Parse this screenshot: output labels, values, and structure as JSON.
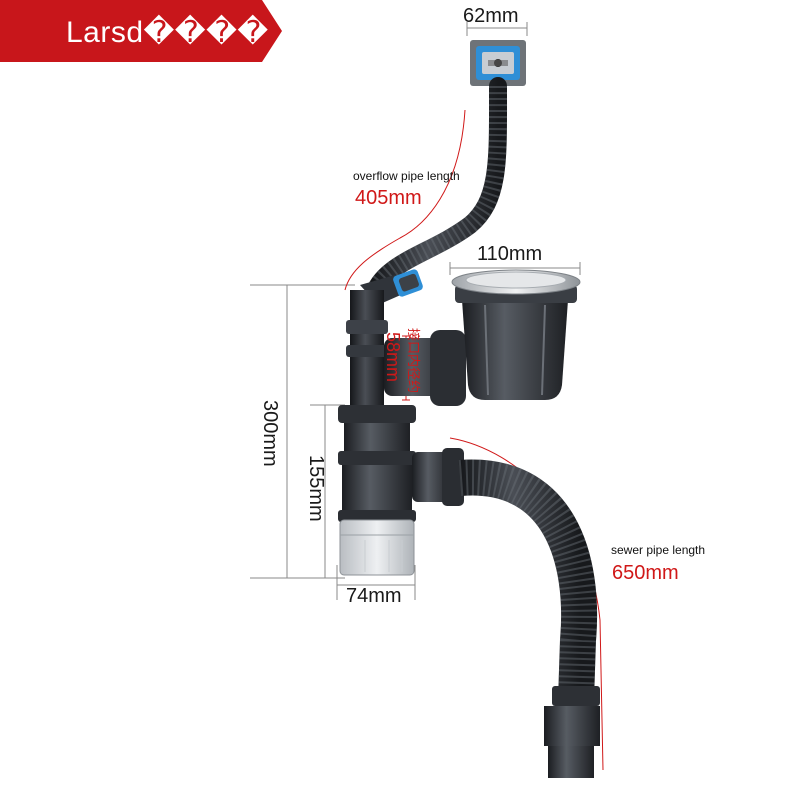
{
  "brand": {
    "label": "Larsd����",
    "color": "#c8161b"
  },
  "dimensions": {
    "overflow_top_width": "62mm",
    "basket_width": "110mm",
    "total_height": "300mm",
    "trap_height": "155mm",
    "trap_width": "74mm",
    "joint_inner_diameter": "58mm",
    "joint_label": "接口内径约"
  },
  "callouts": {
    "overflow_title": "overflow pipe length",
    "overflow_value": "405mm",
    "sewer_title": "sewer pipe length",
    "sewer_value": "650mm"
  },
  "colors": {
    "accent_red": "#d01818",
    "pipe": "#2b2e33",
    "overflow_ring": "#2f8fd6"
  }
}
